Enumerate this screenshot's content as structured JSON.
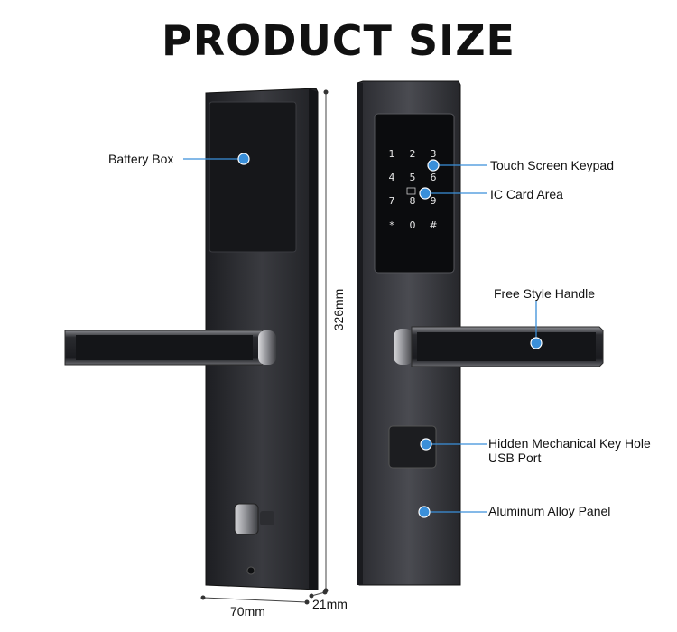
{
  "title": "PRODUCT SIZE",
  "labels": {
    "battery_box": "Battery Box",
    "touch_keypad": "Touch Screen Keypad",
    "ic_card": "IC Card Area",
    "handle": "Free Style Handle",
    "key_hole_line1": "Hidden Mechanical Key Hole",
    "key_hole_line2": "USB Port",
    "panel": "Aluminum Alloy Panel"
  },
  "dimensions": {
    "height": "326mm",
    "width": "70mm",
    "depth": "21mm"
  },
  "keypad": {
    "keys": [
      "1",
      "2",
      "3",
      "4",
      "5",
      "6",
      "7",
      "8",
      "9",
      "*",
      "0",
      "#"
    ]
  },
  "colors": {
    "callout_dot": "#3a8fd9",
    "callout_line": "#3a8fd9",
    "panel_dark": "#2a2b2f",
    "panel_mid": "#45464b"
  }
}
